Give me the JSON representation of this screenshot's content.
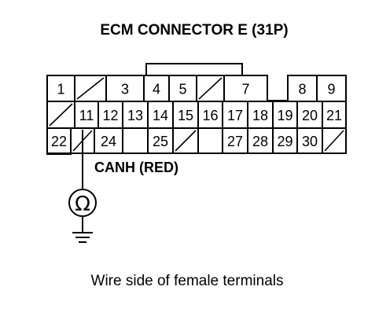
{
  "title": "ECM CONNECTOR E (31P)",
  "wire_label": "CANH (RED)",
  "caption": "Wire side of female terminals",
  "meter_symbol": "Ω",
  "icons": [
    "ohmmeter-icon",
    "ground-icon"
  ],
  "cells": [
    {
      "row": 0,
      "col": 0,
      "label": "1"
    },
    {
      "row": 0,
      "col": 1,
      "label": ""
    },
    {
      "row": 0,
      "col": 2,
      "label": "3"
    },
    {
      "row": 0,
      "col": 3,
      "label": "4"
    },
    {
      "row": 0,
      "col": 4,
      "label": "5"
    },
    {
      "row": 0,
      "col": 5,
      "label": ""
    },
    {
      "row": 0,
      "col": 6,
      "label": "7"
    },
    {
      "row": 0,
      "col": 7,
      "label": "8"
    },
    {
      "row": 0,
      "col": 8,
      "label": "9"
    },
    {
      "row": 1,
      "col": 0,
      "label": ""
    },
    {
      "row": 1,
      "col": 1,
      "label": "11"
    },
    {
      "row": 1,
      "col": 2,
      "label": "12"
    },
    {
      "row": 1,
      "col": 3,
      "label": "13"
    },
    {
      "row": 1,
      "col": 4,
      "label": "14"
    },
    {
      "row": 1,
      "col": 5,
      "label": "15"
    },
    {
      "row": 1,
      "col": 6,
      "label": "16"
    },
    {
      "row": 1,
      "col": 7,
      "label": "17"
    },
    {
      "row": 1,
      "col": 8,
      "label": "18"
    },
    {
      "row": 1,
      "col": 9,
      "label": "19"
    },
    {
      "row": 1,
      "col": 10,
      "label": "20"
    },
    {
      "row": 1,
      "col": 11,
      "label": "21"
    },
    {
      "row": 2,
      "col": 0,
      "label": "22"
    },
    {
      "row": 2,
      "col": 1,
      "label": ""
    },
    {
      "row": 2,
      "col": 2,
      "label": "24"
    },
    {
      "row": 2,
      "col": 3,
      "label": "25"
    },
    {
      "row": 2,
      "col": 4,
      "label": ""
    },
    {
      "row": 2,
      "col": 5,
      "label": "27"
    },
    {
      "row": 2,
      "col": 6,
      "label": "28"
    },
    {
      "row": 2,
      "col": 7,
      "label": "29"
    },
    {
      "row": 2,
      "col": 8,
      "label": "30"
    },
    {
      "row": 2,
      "col": 9,
      "label": ""
    }
  ]
}
